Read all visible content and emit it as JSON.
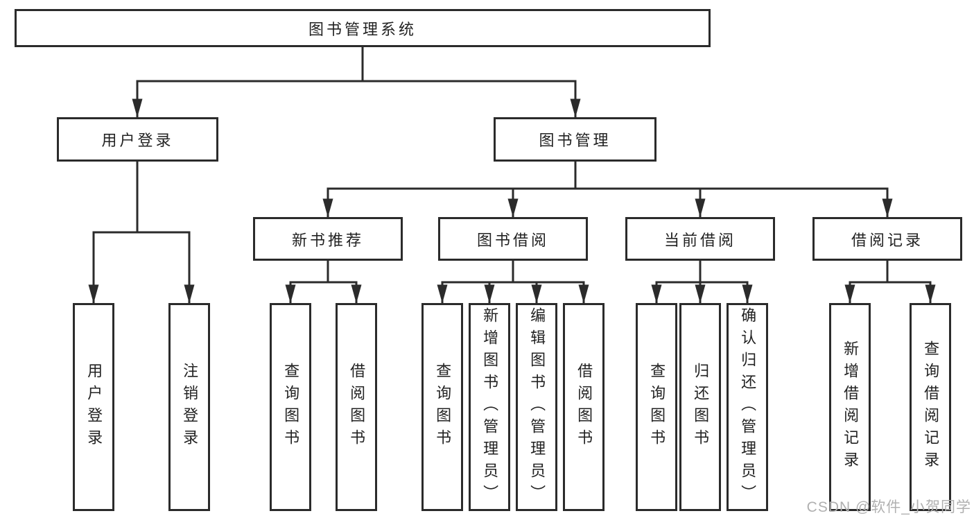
{
  "page": {
    "background": "#ffffff",
    "line_color": "#2b2b2b",
    "text_color": "#222222"
  },
  "watermark": {
    "text": "CSDN @软件_小贺同学",
    "color": "#b0b0b0"
  },
  "tree": {
    "label": "图书管理系统",
    "children": [
      {
        "label": "用户登录",
        "children": [
          {
            "label": "用户登录"
          },
          {
            "label": "注销登录"
          }
        ]
      },
      {
        "label": "图书管理",
        "children": [
          {
            "label": "新书推荐",
            "children": [
              {
                "label": "查询图书"
              },
              {
                "label": "借阅图书"
              }
            ]
          },
          {
            "label": "图书借阅",
            "children": [
              {
                "label": "查询图书"
              },
              {
                "label": "新增图书（管理员）"
              },
              {
                "label": "编辑图书（管理员）"
              },
              {
                "label": "借阅图书"
              }
            ]
          },
          {
            "label": "当前借阅",
            "children": [
              {
                "label": "查询图书"
              },
              {
                "label": "归还图书"
              },
              {
                "label": "确认归还（管理员）"
              }
            ]
          },
          {
            "label": "借阅记录",
            "children": [
              {
                "label": "新增借阅记录"
              },
              {
                "label": "查询借阅记录"
              }
            ]
          }
        ]
      }
    ]
  }
}
